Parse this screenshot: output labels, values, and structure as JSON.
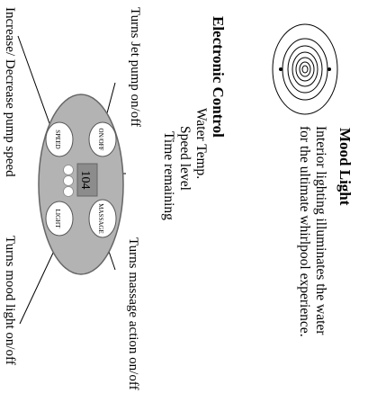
{
  "mood_light": {
    "title": "Mood Light",
    "line1": "Interior lighting illuminates the water",
    "line2": "for the ultimate whirlpool experience."
  },
  "electronic_control": {
    "title": "Electronic Control",
    "items": [
      "Water Temp.",
      "Speed level",
      "Time remaining"
    ]
  },
  "panel": {
    "buttons": {
      "on_off": "ON/OFF",
      "speed": "SPEED",
      "massage": "MASSAGE",
      "light": "LIGHT"
    },
    "display_value": "104"
  },
  "callouts": {
    "jet_pump": "Turns Jet pump on/off",
    "pump_speed": "Increase/ Decrease pump speed",
    "massage": "Turns massage action on/off",
    "mood_light": "Turns mood light on/off"
  },
  "colors": {
    "panel_fill": "#b3b3b3",
    "display_fill": "#8c8c8c",
    "ink": "#000000"
  }
}
